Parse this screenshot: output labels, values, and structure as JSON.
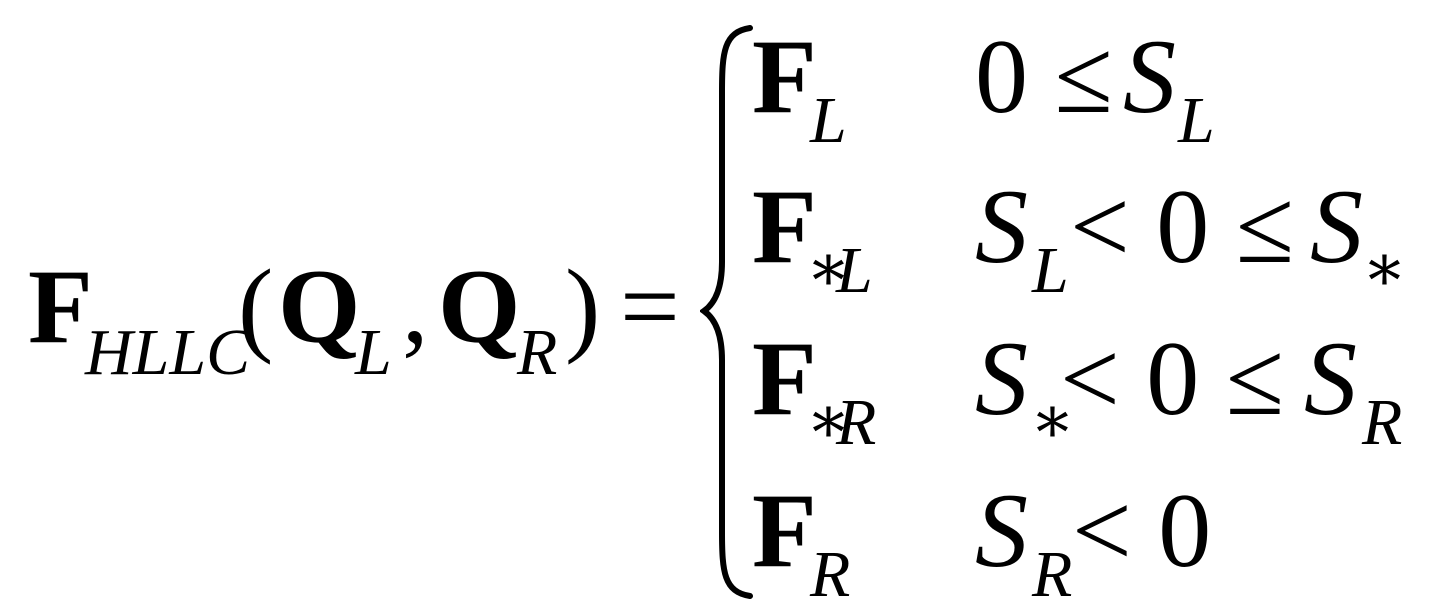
{
  "lhs": {
    "flux_symbol": "F",
    "flux_subscript": "HLLC",
    "open_paren": "(",
    "q_left": "Q",
    "q_left_subscript": "L",
    "comma": ",",
    "q_right": "Q",
    "q_right_subscript": "R",
    "close_paren": ")",
    "equals": "="
  },
  "cases": [
    {
      "flux": "F",
      "flux_subscript": "L",
      "condition": [
        {
          "text": "0 ≤ ",
          "style": "roman"
        },
        {
          "text": "S",
          "style": "italic"
        },
        {
          "text": "L",
          "style": "italic-sub"
        }
      ]
    },
    {
      "flux": "F",
      "flux_subscript_star": "∗",
      "flux_subscript": "L",
      "condition": [
        {
          "text": "S",
          "style": "italic"
        },
        {
          "text": "L",
          "style": "italic-sub"
        },
        {
          "text": " < 0 ≤ ",
          "style": "roman"
        },
        {
          "text": "S",
          "style": "italic"
        },
        {
          "text": "∗",
          "style": "sub"
        }
      ]
    },
    {
      "flux": "F",
      "flux_subscript_star": "∗",
      "flux_subscript": "R",
      "condition": [
        {
          "text": "S",
          "style": "italic"
        },
        {
          "text": "∗",
          "style": "sub"
        },
        {
          "text": " < 0 ≤ ",
          "style": "roman"
        },
        {
          "text": "S",
          "style": "italic"
        },
        {
          "text": "R",
          "style": "italic-sub"
        }
      ]
    },
    {
      "flux": "F",
      "flux_subscript": "R",
      "condition": [
        {
          "text": "S",
          "style": "italic"
        },
        {
          "text": "R",
          "style": "italic-sub"
        },
        {
          "text": " < 0",
          "style": "roman"
        }
      ]
    }
  ]
}
